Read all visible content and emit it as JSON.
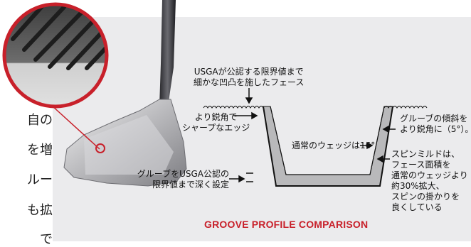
{
  "intro_fragments": [
    "自の",
    "を増",
    "ルー",
    "も拡",
    "で"
  ],
  "labels": {
    "usga_surface": [
      "USGAが公認する限界値まで",
      "細かな凹凸を施したフェース"
    ],
    "sharp_edge": [
      "より鋭角で",
      "シャープなエッジ"
    ],
    "groove_slope": [
      "グルーブの傾斜を",
      "より鋭角に（5°）。"
    ],
    "standard_wedge": "通常のウェッジは16°",
    "spinmilled": [
      "スピンミルドは、",
      "フェース面積を",
      "通常のウェッジより",
      "約30%拡大、",
      "スピンの掛かりを",
      "良くしている"
    ],
    "deep_setting": [
      "グルーブをUSGA公認の",
      "限界値まで深く設定"
    ]
  },
  "title": "GROOVE PROFILE COMPARISON",
  "colors": {
    "title_red": "#c8202a",
    "panel_bg": "#ebebed",
    "profile_fill": "#b9b9bb",
    "magnifier_ring": "#c8202a"
  },
  "icons": [
    "magnifier-lens",
    "arrow-icon"
  ]
}
